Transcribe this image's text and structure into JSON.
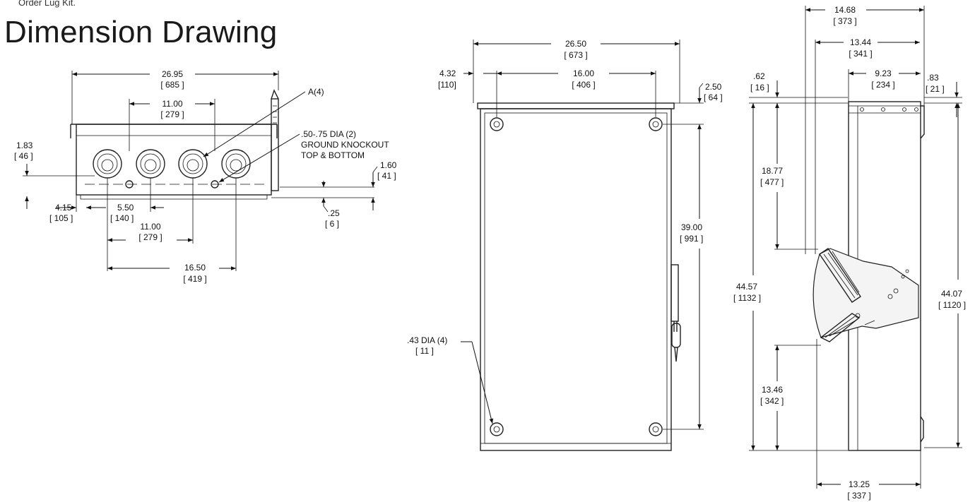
{
  "header": {
    "note": "Order Lug Kit.",
    "title": "Dimension Drawing"
  },
  "bottom_view": {
    "overall_width": "26.95",
    "overall_width_mm": "[ 685 ]",
    "hole_span": "11.00",
    "hole_span_mm": "[ 279 ]",
    "callout_a": "A(4)",
    "ground_ko_1": ".50-.75 DIA (2)",
    "ground_ko_2": "GROUND KNOCKOUT",
    "ground_ko_3": "TOP & BOTTOM",
    "left_height": "1.83",
    "left_height_mm": "[ 46 ]",
    "right_height": "1.60",
    "right_height_mm": "[ 41 ]",
    "offset": ".25",
    "offset_mm": "[ 6 ]",
    "edge_to_hole": "4.15",
    "edge_to_hole_mm": "[ 105 ]",
    "hole_pitch": "5.50",
    "hole_pitch_mm": "[ 140 ]",
    "gk_span": "11.00",
    "gk_span_mm": "[ 279 ]",
    "outer_span": "16.50",
    "outer_span_mm": "[ 419 ]"
  },
  "front_view": {
    "overall_width": "26.50",
    "overall_width_mm": "[ 673 ]",
    "mount_width": "16.00",
    "mount_width_mm": "[ 406 ]",
    "left_offset": "4.32",
    "left_offset_mm": "[110]",
    "top_offset": "2.50",
    "top_offset_mm": "[ 64 ]",
    "mount_height": "39.00",
    "mount_height_mm": "[ 991 ]",
    "hole_dia": ".43 DIA (4)",
    "hole_dia_mm": "[ 11 ]"
  },
  "side_view": {
    "overall_depth": "14.68",
    "overall_depth_mm": "[ 373 ]",
    "handle_depth": "13.44",
    "handle_depth_mm": "[ 341 ]",
    "body_depth": "9.23",
    "body_depth_mm": "[ 234 ]",
    "top_flange": ".62",
    "top_flange_mm": "[ 16 ]",
    "right_flange": ".83",
    "right_flange_mm": "[ 21 ]",
    "upper_height": "18.77",
    "upper_height_mm": "[ 477 ]",
    "overall_height": "44.57",
    "overall_height_mm": "[ 1132 ]",
    "lower_height": "13.46",
    "lower_height_mm": "[ 342 ]",
    "body_height": "44.07",
    "body_height_mm": "[ 1120 ]",
    "bottom_depth": "13.25",
    "bottom_depth_mm": "[ 337 ]"
  }
}
